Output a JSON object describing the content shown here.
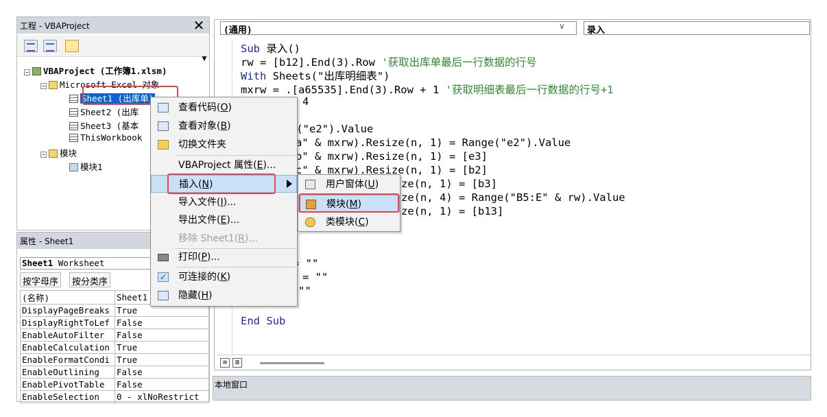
{
  "project_pane": {
    "title": "工程 - VBAProject",
    "close_glyph": "✕",
    "tree": {
      "root": "VBAProject (工作簿1.xlsm)",
      "excel_objects": "Microsoft Excel 对象",
      "sheet1": "Sheet1 (出库单)",
      "sheet2": "Sheet2 (出库",
      "sheet3": "Sheet3 (基本",
      "thisworkbook": "ThisWorkbook",
      "modules": "模块",
      "module1": "模块1"
    }
  },
  "properties_pane": {
    "title": "属性 - Sheet1",
    "object_name": "Sheet1",
    "object_type": "Worksheet",
    "tabs": [
      "按字母序",
      "按分类序"
    ],
    "rows": [
      {
        "name": "(名称)",
        "value": "Sheet1"
      },
      {
        "name": "DisplayPageBreaks",
        "value": "True"
      },
      {
        "name": "DisplayRightToLef",
        "value": "False"
      },
      {
        "name": "EnableAutoFilter",
        "value": "False"
      },
      {
        "name": "EnableCalculation",
        "value": "True"
      },
      {
        "name": "EnableFormatCondi",
        "value": "True"
      },
      {
        "name": "EnableOutlining",
        "value": "False"
      },
      {
        "name": "EnablePivotTable",
        "value": "False"
      },
      {
        "name": "EnableSelection",
        "value": "0 - xlNoRestrict"
      }
    ]
  },
  "code_window": {
    "object_combo": "(通用)",
    "proc_combo": "录入",
    "lines": {
      "l1_kw": "Sub",
      "l1_rest": " 录入()",
      "l2_code": "rw = [b12].End(3).Row ",
      "l2_comment": "'获取出库单最后一行数据的行号",
      "l3_kw": "With",
      "l3_rest": " Sheets(\"出库明细表\")",
      "l4_code": "mxrw = .[a65535].End(3).Row + 1 ",
      "l4_comment": "'获取明细表最后一行数据的行号+1",
      "l5": "4",
      "l6": "e(\"e2\").Value",
      "l7": "a\" & mxrw).Resize(n, 1) = Range(\"e2\").Value",
      "l8": "b\" & mxrw).Resize(n, 1) = [e3]",
      "l9": "c\" & mxrw).Resize(n, 1) = [b2]",
      "l10": "ze(n, 1) = [b3]",
      "l11": "ze(n, 4) = Range(\"B5:E\" & rw).Value",
      "l12": "ze(n, 1) = [b13]",
      "l13": "= \"\"",
      "l14": "= \"\"",
      "l15": "\"\"",
      "l16_kw": "End Sub"
    }
  },
  "local_window": {
    "title": "本地窗口"
  },
  "context_menu": {
    "items": [
      {
        "label": "查看代码(",
        "key": "O",
        "tail": ")"
      },
      {
        "label": "查看对象(",
        "key": "B",
        "tail": ")"
      },
      {
        "label": "切换文件夹",
        "key": "",
        "tail": ""
      },
      {
        "label": "VBAProject 属性(",
        "key": "E",
        "tail": ")..."
      },
      {
        "label": "插入(",
        "key": "N",
        "tail": ")"
      },
      {
        "label": "导入文件(",
        "key": "I",
        "tail": ")..."
      },
      {
        "label": "导出文件(",
        "key": "E",
        "tail": ")..."
      },
      {
        "label": "移除 Sheet1(",
        "key": "R",
        "tail": ")..."
      },
      {
        "label": "打印(",
        "key": "P",
        "tail": ")..."
      },
      {
        "label": "可连接的(",
        "key": "K",
        "tail": ")"
      },
      {
        "label": "隐藏(",
        "key": "H",
        "tail": ")"
      }
    ]
  },
  "insert_submenu": {
    "items": [
      {
        "label": "用户窗体(",
        "key": "U",
        "tail": ")"
      },
      {
        "label": "模块(",
        "key": "M",
        "tail": ")"
      },
      {
        "label": "类模块(",
        "key": "C",
        "tail": ")"
      }
    ]
  },
  "colors": {
    "selection": "#0a64d6",
    "highlight_outline": "#e8454a",
    "keyword": "#1b2ba6",
    "comment": "#2e8b2e",
    "menu_hover": "#c9e0f7"
  }
}
